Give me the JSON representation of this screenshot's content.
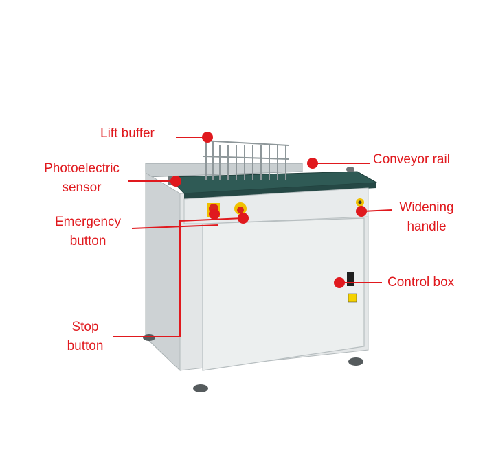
{
  "labels": {
    "lift_buffer": "Lift buffer",
    "photoelectric_sensor": [
      "Photoelectric",
      "sensor"
    ],
    "emergency_button": [
      "Emergency",
      "button"
    ],
    "stop_button": [
      "Stop",
      "button"
    ],
    "conveyor_rail": "Conveyor rail",
    "widening_handle": [
      "Widening",
      "handle"
    ],
    "control_box": "Control box"
  },
  "colors": {
    "callout": "#e0191e",
    "machine_body": "#dfe3e4",
    "machine_top": "#2f5a55"
  }
}
